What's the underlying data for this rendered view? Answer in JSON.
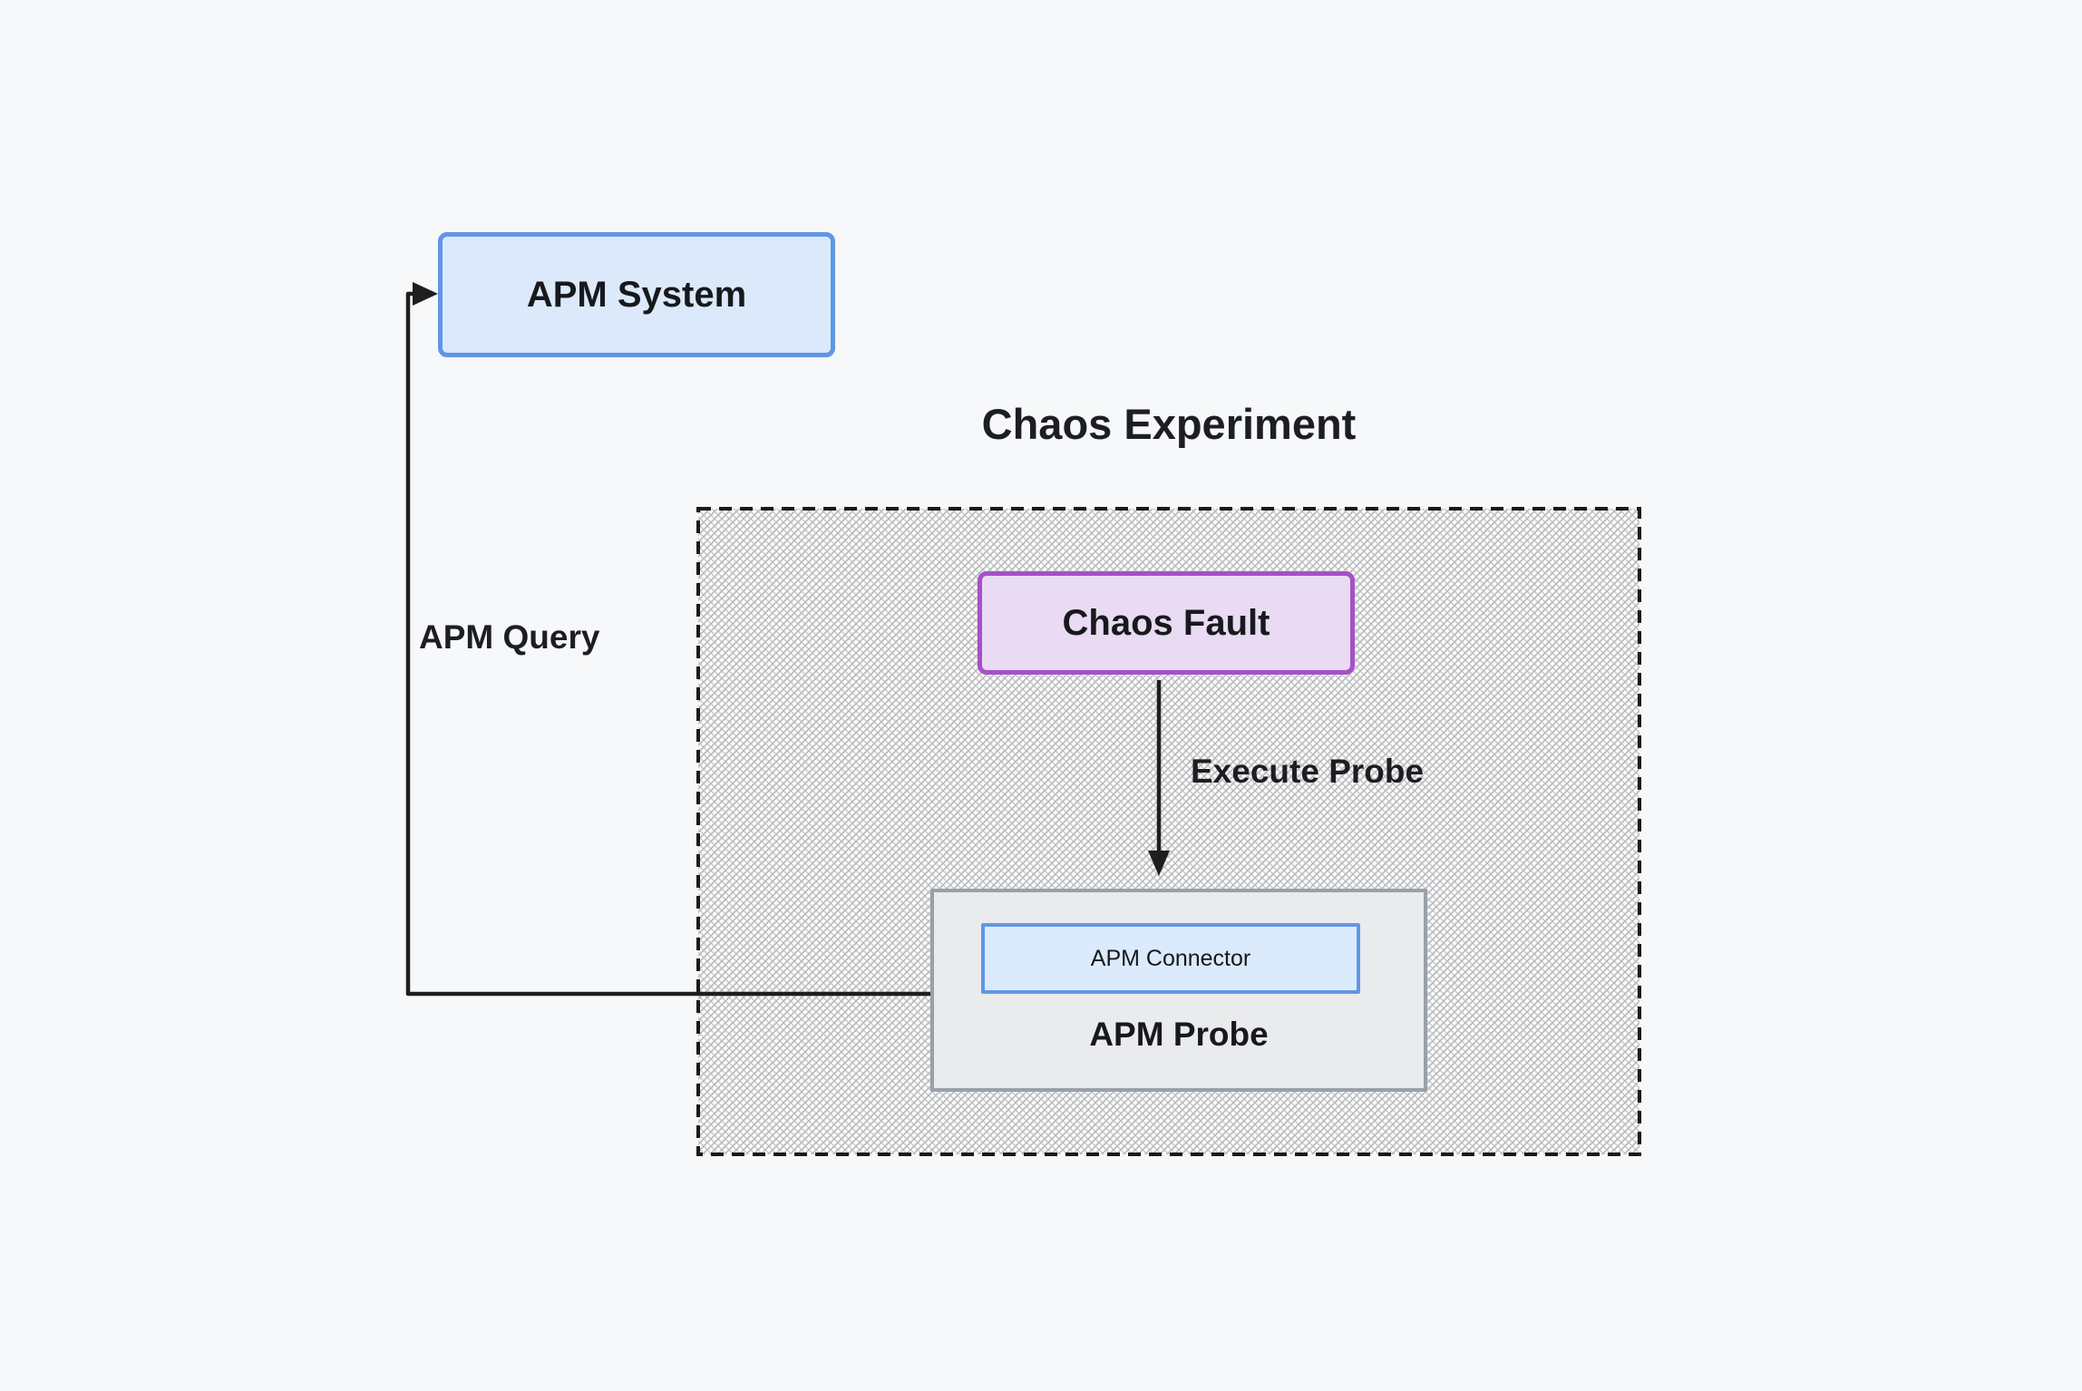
{
  "diagram": {
    "title": "Chaos Experiment",
    "nodes": {
      "apm_system": {
        "label": "APM System"
      },
      "chaos_fault": {
        "label": "Chaos Fault"
      },
      "apm_probe": {
        "label": "APM Probe"
      },
      "apm_connector": {
        "label": "APM Connector"
      }
    },
    "edges": {
      "apm_query": {
        "label": "APM Query",
        "from": "APM Probe",
        "to": "APM System"
      },
      "execute_probe": {
        "label": "Execute Probe",
        "from": "Chaos Fault",
        "to": "APM Probe"
      }
    },
    "colors": {
      "background": "#f6f8fa",
      "line": "#1e1e1e",
      "text": "#17191c",
      "blue_node_fill": "#dbe9fb",
      "blue_node_border": "#6196e6",
      "purple_node_fill": "#e9dbf3",
      "purple_node_border": "#a551c9",
      "gray_node_fill": "#eaebed",
      "gray_node_border": "#9aa0a8",
      "container_dash": "#1a1a1a",
      "container_hatch": "#b6b8ba"
    }
  }
}
